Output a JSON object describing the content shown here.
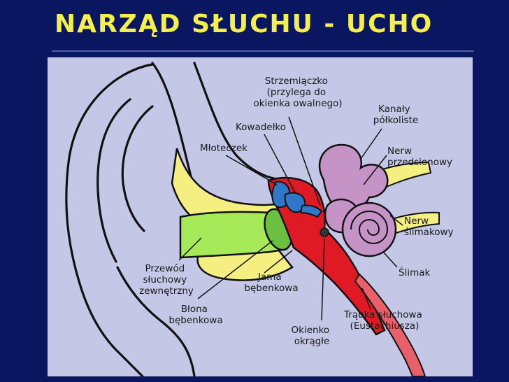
{
  "slide": {
    "title": "NARZĄD SŁUCHU - UCHO"
  },
  "colors": {
    "background": "#0b1660",
    "title": "#f4ef4a",
    "panel": "#c4c8e6",
    "ear_canal": "#a6ea5a",
    "cartilage": "#f5ef82",
    "middle_ear": "#e01a24",
    "inner_ear": "#c693c6",
    "ossicles": "#2f78c8"
  },
  "diagram": {
    "labels": {
      "stapes": [
        "Strzemiączko",
        "(przylega do",
        "okienka owalnego)"
      ],
      "incus": [
        "Kowadełko"
      ],
      "malleus": [
        "Młoteczek"
      ],
      "semicircular_canals": [
        "Kanały",
        "półkoliste"
      ],
      "vestibular_nerve": [
        "Nerw",
        "przedsionowy"
      ],
      "cochlear_nerve": [
        "Nerw",
        "ślimakowy"
      ],
      "cochlea": [
        "Ślimak"
      ],
      "eustachian_tube": [
        "Trąbka słuchowa",
        "(Eustachiusza)"
      ],
      "round_window": [
        "Okienko",
        "okrągłe"
      ],
      "tympanic_cavity": [
        "Jama",
        "bębenkowa"
      ],
      "ear_canal": [
        "Przewód",
        "słuchowy",
        "zewnętrzny"
      ],
      "eardrum": [
        "Błona",
        "bębenkowa"
      ]
    }
  }
}
